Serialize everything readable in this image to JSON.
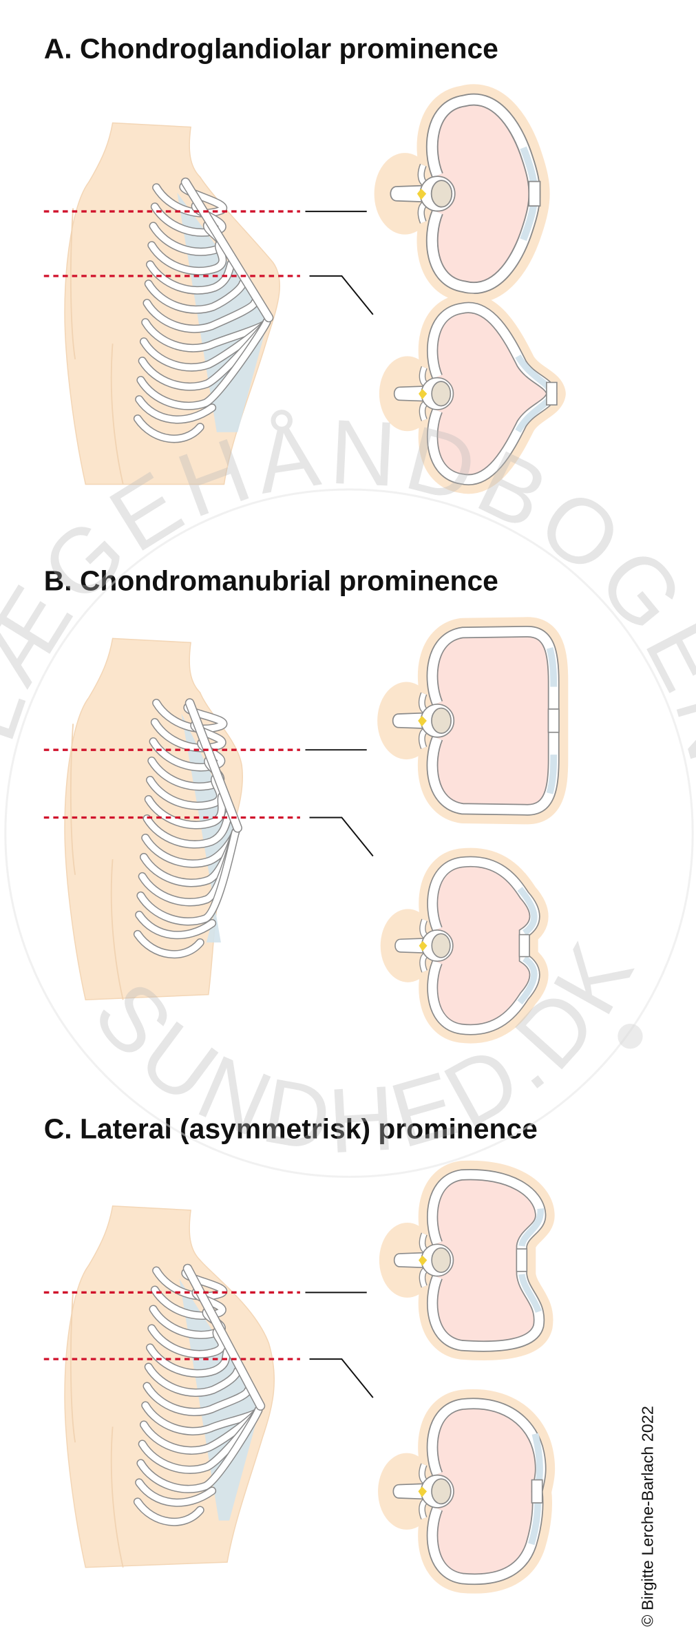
{
  "sections": [
    {
      "title": "A.  Chondroglandiolar prominence"
    },
    {
      "title": "B.  Chondromanubrial prominence"
    },
    {
      "title": "C.  Lateral (asymmetrisk) prominence"
    }
  ],
  "copyright": "© Birgitte Lerche-Barlach 2022",
  "watermark": {
    "top": "LÆGEHÅNDBOGEN",
    "bottom": "SUNDHED.DK"
  },
  "colors": {
    "skin": "#fbe5cc",
    "lung": "#fde1db",
    "cartilage": "#d3e3ec",
    "cut_line": "#d0112b",
    "outline": "#8a8a8a",
    "spinal_cord": "#f3d23a",
    "vertebral_body": "#e8dfcf"
  }
}
